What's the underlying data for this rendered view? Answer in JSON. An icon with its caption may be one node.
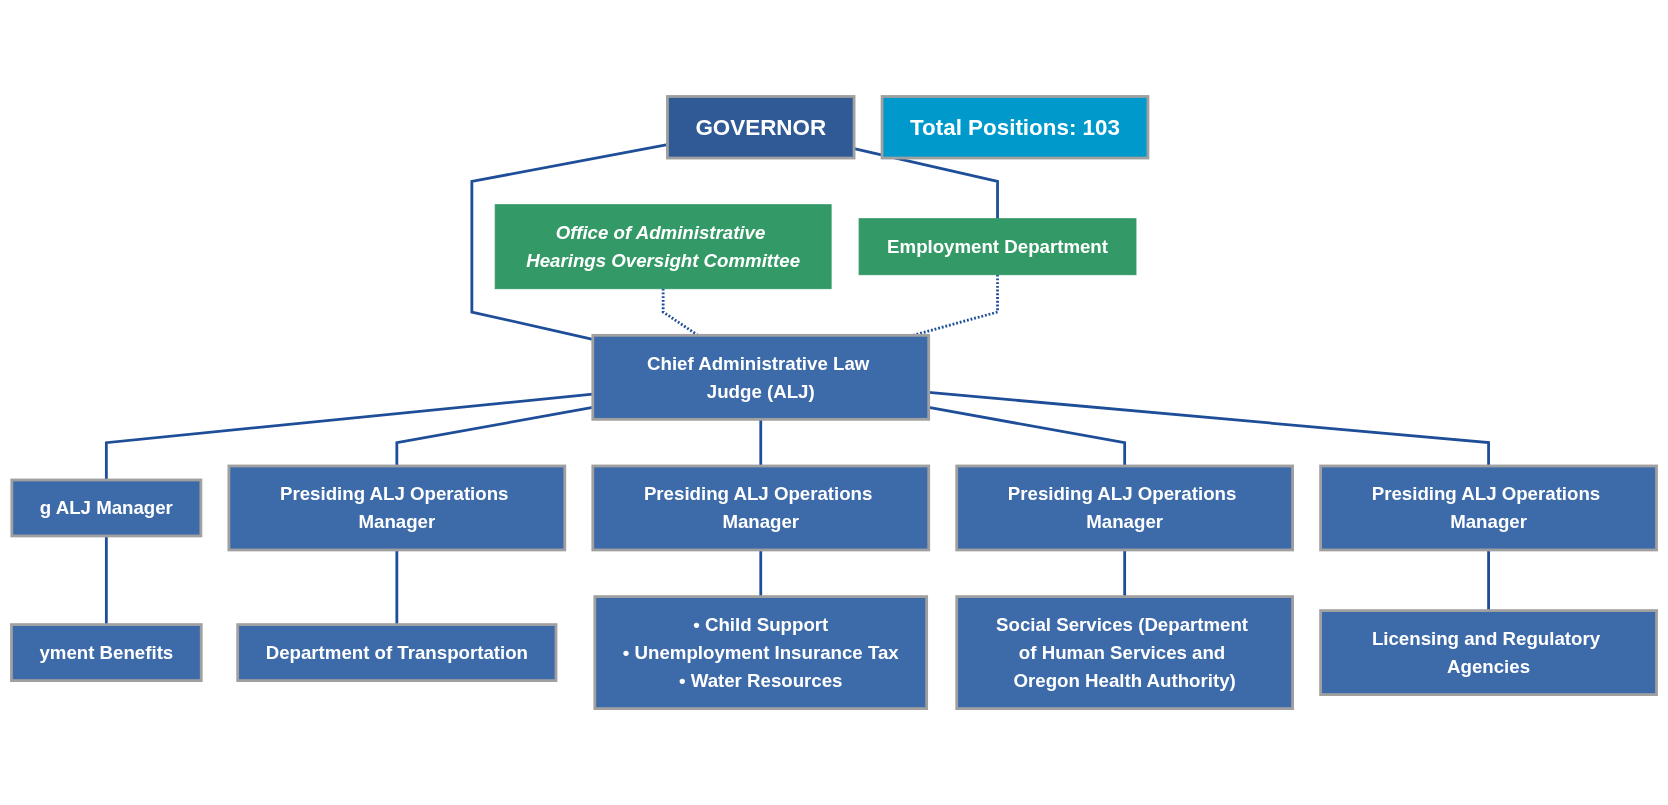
{
  "diagram": {
    "nodes": [
      {
        "text": [
          "GOVERNOR"
        ]
      },
      {
        "text": [
          "Total Positions: 103"
        ]
      },
      {
        "text": [
          "Employment Department"
        ]
      },
      {
        "text": [
          "Office of Administrative Hearings Oversight Committee"
        ]
      },
      {
        "text": [
          "Chief Administrative Law Judge (ALJ)"
        ]
      },
      {
        "text": [
          "g ALJ Manager"
        ]
      },
      {
        "text": [
          "Presiding ALJ Operations Manager"
        ]
      },
      {
        "text": [
          "Presiding ALJ Operations Manager"
        ]
      },
      {
        "text": [
          "Presiding ALJ Operations Manager"
        ]
      },
      {
        "text": [
          "Presiding ALJ Operations Manager"
        ]
      },
      {
        "text": [
          "yment Benefits"
        ]
      },
      {
        "text": [
          "Department of Transportation"
        ]
      },
      {
        "text": [
          "• Child Support",
          "• Unemployment Insurance Tax",
          "• Water Resources"
        ]
      },
      {
        "text": [
          "Social Services (Department of Human Services and Oregon Health Authority)"
        ]
      },
      {
        "text": [
          "Licensing and Regulatory Agencies"
        ]
      }
    ],
    "edges": [
      {
        "from": 0,
        "to": 2,
        "arrow": "none"
      },
      {
        "from": 0,
        "to": 4,
        "arrow": "none"
      },
      {
        "from": 3,
        "to": 4,
        "arrow": "none",
        "style": "dashed"
      },
      {
        "from": 2,
        "to": 4,
        "arrow": "none",
        "style": "dashed"
      },
      {
        "from": 4,
        "to": 5,
        "arrow": "none"
      },
      {
        "from": 4,
        "to": 6,
        "arrow": "none"
      },
      {
        "from": 4,
        "to": 7,
        "arrow": "none"
      },
      {
        "from": 4,
        "to": 8,
        "arrow": "none"
      },
      {
        "from": 4,
        "to": 9,
        "arrow": "none"
      },
      {
        "from": 5,
        "to": 10,
        "arrow": "none"
      },
      {
        "from": 6,
        "to": 11,
        "arrow": "none"
      },
      {
        "from": 7,
        "to": 12,
        "arrow": "none"
      },
      {
        "from": 8,
        "to": 13,
        "arrow": "none"
      },
      {
        "from": 9,
        "to": 14,
        "arrow": "none"
      }
    ]
  }
}
